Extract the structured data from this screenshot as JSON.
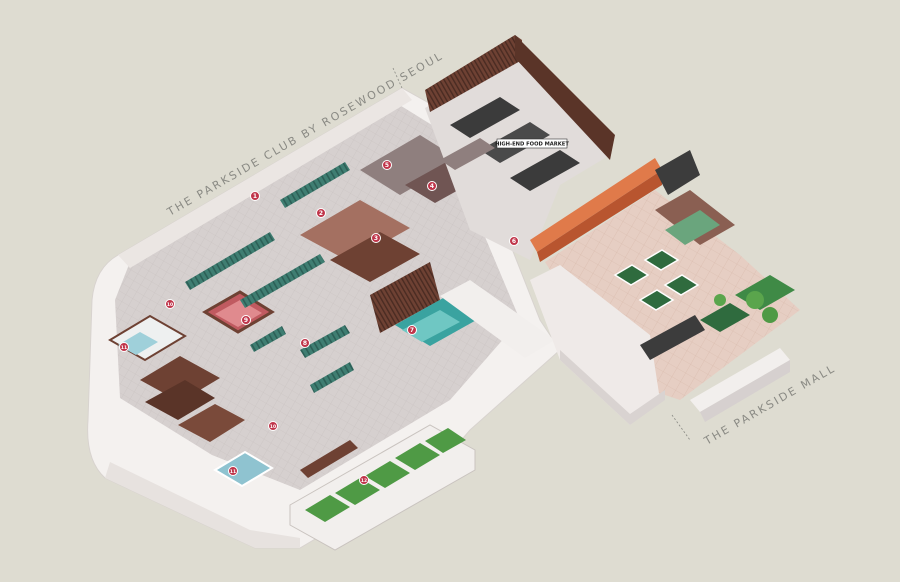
{
  "map": {
    "labels": {
      "club": "THE PARKSIDE CLUB BY ROSEWOOD SEOUL",
      "mall": "THE PARKSIDE MALL",
      "market": "HIGH-END FOOD MARKET"
    },
    "markers": [
      "1",
      "2",
      "3",
      "4",
      "5",
      "6",
      "7",
      "8",
      "9",
      "10",
      "10",
      "11",
      "11",
      "12"
    ],
    "colors": {
      "background": "#dedcd1",
      "outer_wall": "#f4f1ef",
      "floor": "#d9d4d4",
      "wood": "#6e4133",
      "dark_wood": "#4a2b22",
      "teal_glass": "#3f7e72",
      "green_turf": "#4f9a45",
      "orange_accent": "#e07a4a",
      "plaza_floor": "#e2c8bd",
      "marker_red": "#c0354a"
    }
  }
}
